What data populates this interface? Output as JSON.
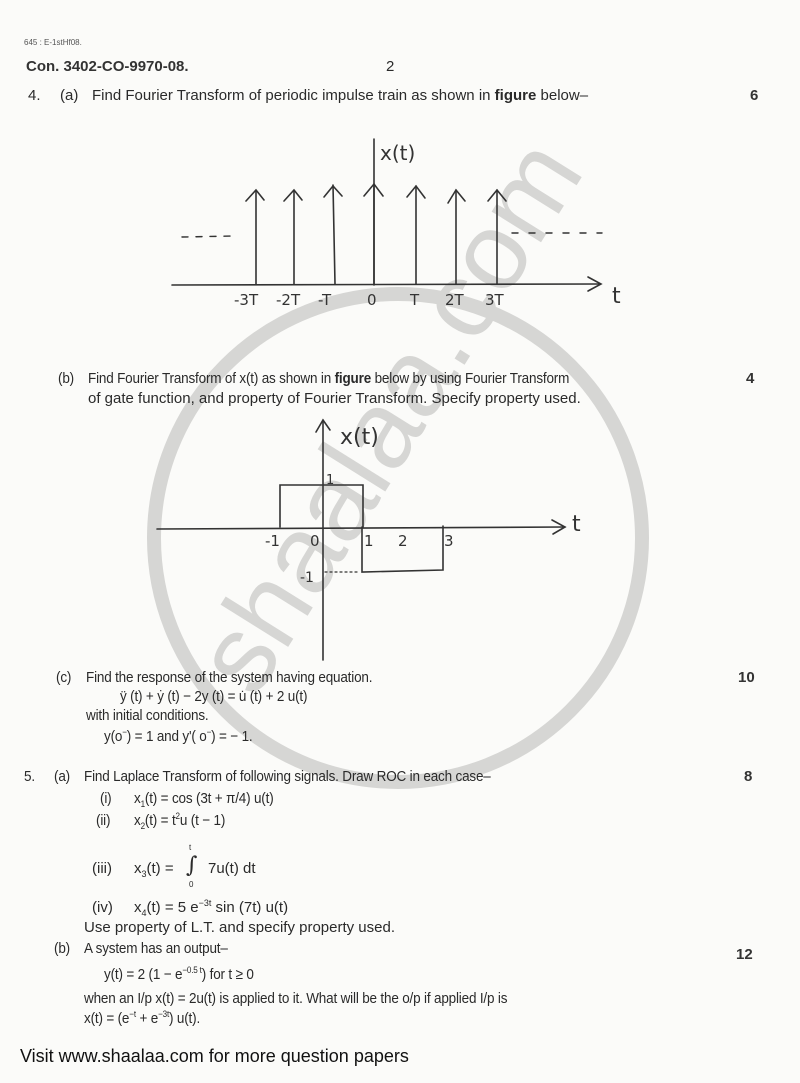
{
  "header": {
    "ref_code": "645 : E-1stHf08.",
    "paper_code": "Con. 3402-CO-9970-08.",
    "page_number": "2"
  },
  "questions": [
    {
      "number": "4.",
      "parts": [
        {
          "label": "(a)",
          "text_before": "Find Fourier Transform of periodic impulse train as shown in ",
          "text_bold": "figure",
          "text_after": " below–",
          "marks": "6",
          "figure": {
            "y_label": "x(t)",
            "x_label": "t",
            "ticks": [
              "-3T",
              "-2T",
              "-T",
              "0",
              "T",
              "2T",
              "3T"
            ]
          }
        },
        {
          "label": "(b)",
          "line1_before": "Find Fourier Transform of x(t) as shown in ",
          "line1_bold": "figure",
          "line1_after": " below by using Fourier Transform",
          "line2": "of gate function, and property of Fourier Transform.  Specify property used.",
          "marks": "4",
          "figure": {
            "y_label": "x(t)",
            "x_label": "t",
            "x_ticks": [
              "-1",
              "0",
              "1",
              "2",
              "3"
            ],
            "y_ticks": [
              "1",
              "-1"
            ]
          }
        },
        {
          "label": "(c)",
          "line1": "Find the response of the system having equation.",
          "equation": "ÿ (t) + ẏ (t) − 2y (t) = u̇ (t) + 2 u(t)",
          "line3": "with initial conditions.",
          "line4_a": "y(o",
          "line4_sup1": "−",
          "line4_b": ") = 1 and y'( o",
          "line4_sup2": "−",
          "line4_c": ") = − 1.",
          "marks": "10"
        }
      ]
    },
    {
      "number": "5.",
      "parts": [
        {
          "label": "(a)",
          "line1": "Find Laplace Transform of following signals.  Draw ROC in each case–",
          "marks": "8",
          "items": [
            {
              "label": "(i)",
              "lhs": "x",
              "sub": "1",
              "rhs": "(t) = cos (3t + π/4) u(t)"
            },
            {
              "label": "(ii)",
              "lhs": "x",
              "sub": "2",
              "rhs_a": "(t) = t",
              "sup": "2",
              "rhs_b": "u (t − 1)"
            },
            {
              "label": "(iii)",
              "lhs": "x",
              "sub": "3",
              "rhs_a": "(t) = ",
              "int_upper": "t",
              "int_lower": "0",
              "int_sign": "∫",
              "rhs_b": "7u(t) dt"
            },
            {
              "label": "(iv)",
              "lhs": "x",
              "sub": "4",
              "rhs_a": "(t) = 5 e",
              "sup": "−3t",
              "rhs_b": " sin (7t) u(t)"
            }
          ],
          "note": "Use property of L.T. and specify property used."
        },
        {
          "label": "(b)",
          "line1": "A system has an output–",
          "eq_a": "y(t) = 2 (1 − e",
          "eq_sup": "−0.5 t",
          "eq_b": ") for t ≥ 0",
          "line3": "when an I/p x(t) = 2u(t) is applied to it.  What will be the o/p if applied I/p is",
          "line4_a": "x(t) = (e",
          "line4_sup1": "−t",
          "line4_b": " + e",
          "line4_sup2": "−3t",
          "line4_c": ") u(t).",
          "marks": "12"
        }
      ]
    }
  ],
  "watermark": {
    "text": "shaalaa.com",
    "color": "#d4d4d2"
  },
  "footer": {
    "text": "Visit www.shaalaa.com for more question papers"
  }
}
